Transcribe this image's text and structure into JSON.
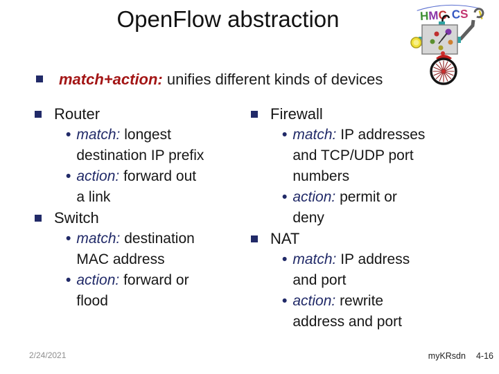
{
  "title": "OpenFlow abstraction",
  "bullets": {
    "level1": "■",
    "level2": "•"
  },
  "intro": {
    "term": "match+action:",
    "rest": " unifies different kinds of devices"
  },
  "columns": [
    {
      "items": [
        {
          "label": "Router",
          "subs": [
            {
              "term": "match:",
              "rest": " longest\ndestination IP prefix"
            },
            {
              "term": "action:",
              "rest": " forward out\na link"
            }
          ]
        },
        {
          "label": "Switch",
          "subs": [
            {
              "term": "match:",
              "rest": " destination\nMAC address"
            },
            {
              "term": "action:",
              "rest": " forward or\nflood"
            }
          ]
        }
      ]
    },
    {
      "items": [
        {
          "label": "Firewall",
          "subs": [
            {
              "term": "match:",
              "rest": " IP addresses\nand TCP/UDP port\nnumbers"
            },
            {
              "term": "action:",
              "rest": " permit or\ndeny"
            }
          ]
        },
        {
          "label": "NAT",
          "subs": [
            {
              "term": "match:",
              "rest": " IP address\nand port"
            },
            {
              "term": "action:",
              "rest": " rewrite\naddress and port"
            }
          ]
        }
      ]
    }
  ],
  "footer": {
    "date": "2/24/2021",
    "label": "myKRsdn",
    "page": "4-16"
  },
  "logo": {
    "banner_text": "HMC CS",
    "banner_letters": [
      "H",
      "M",
      "C",
      "C",
      "S"
    ]
  },
  "colors": {
    "term_red": "#A31515",
    "term_navy": "#212A68",
    "bullet_navy": "#212A68",
    "body_text": "#1A1A1A",
    "footer_gray": "#8E8E8E"
  }
}
